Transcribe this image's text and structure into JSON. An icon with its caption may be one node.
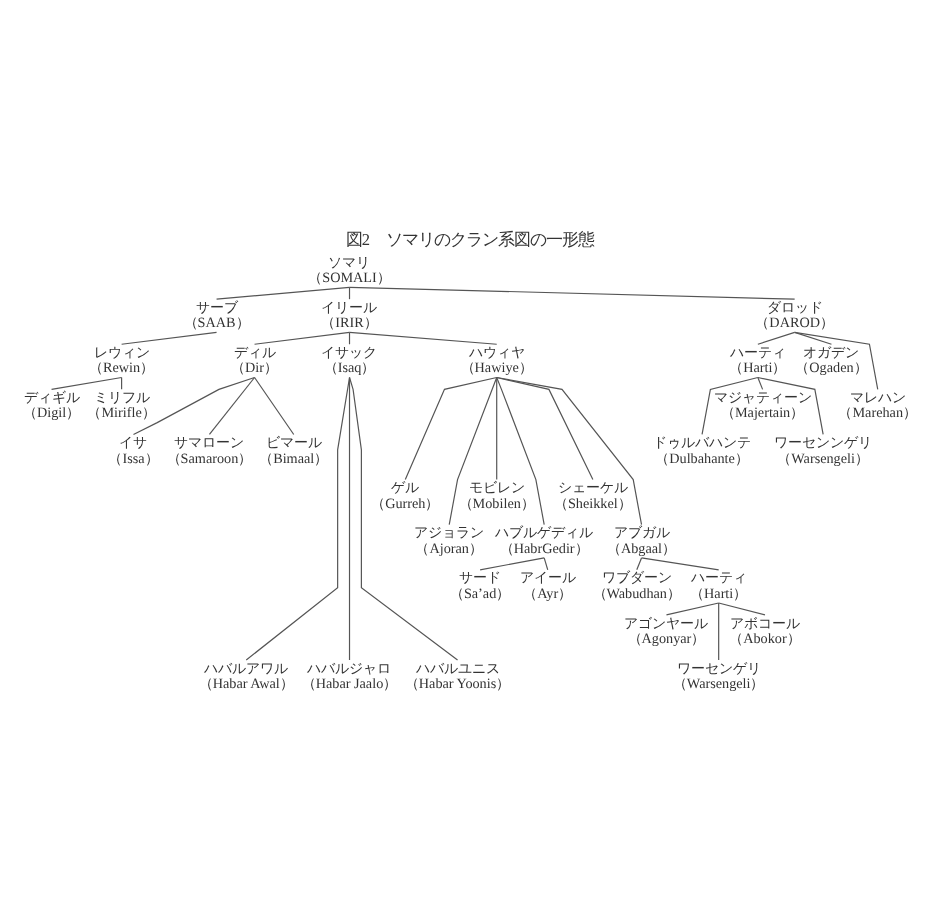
{
  "diagram": {
    "title": "図2　ソマリのクラン系図の一形態",
    "nodes": [
      {
        "text": [
          "ソマリ",
          "（SOMALI）"
        ]
      },
      {
        "text": [
          "サーブ",
          "（SAAB）"
        ]
      },
      {
        "text": [
          "イリール",
          "（IRIR）"
        ]
      },
      {
        "text": [
          "ダロッド",
          "（DAROD）"
        ]
      },
      {
        "text": [
          "レウィン",
          "（Rewin）"
        ]
      },
      {
        "text": [
          "ディル",
          "（Dir）"
        ]
      },
      {
        "text": [
          "イサック",
          "（Isaq）"
        ]
      },
      {
        "text": [
          "ハウィヤ",
          "（Hawiye）"
        ]
      },
      {
        "text": [
          "ハーティ",
          "（Harti）"
        ]
      },
      {
        "text": [
          "オガデン",
          "（Ogaden）"
        ]
      },
      {
        "text": [
          "マレハン",
          "（Marehan）"
        ]
      },
      {
        "text": [
          "マジャティーン",
          "（Majertain）"
        ]
      },
      {
        "text": [
          "ディギル",
          "（Digil）"
        ]
      },
      {
        "text": [
          "ミリフル",
          "（Mirifle）"
        ]
      },
      {
        "text": [
          "ドゥルバハンテ",
          "（Dulbahante）"
        ]
      },
      {
        "text": [
          "ワーセンンゲリ",
          "（Warsengeli）"
        ]
      },
      {
        "text": [
          "イサ",
          "（Issa）"
        ]
      },
      {
        "text": [
          "サマローン",
          "（Samaroon）"
        ]
      },
      {
        "text": [
          "ビマール",
          "（Bimaal）"
        ]
      },
      {
        "text": [
          "ゲル",
          "（Gurreh）"
        ]
      },
      {
        "text": [
          "モビレン",
          "（Mobilen）"
        ]
      },
      {
        "text": [
          "シェーケル",
          "（Sheikkel）"
        ]
      },
      {
        "text": [
          "アジョラン",
          "（Ajoran）"
        ]
      },
      {
        "text": [
          "ハブルゲディル",
          "（HabrGedir）"
        ]
      },
      {
        "text": [
          "アブガル",
          "（Abgaal）"
        ]
      },
      {
        "text": [
          "サード",
          "（Sa’ad）"
        ]
      },
      {
        "text": [
          "アイール",
          "（Ayr）"
        ]
      },
      {
        "text": [
          "ワブダーン",
          "（Wabudhan）"
        ]
      },
      {
        "text": [
          "ハーティ",
          "（Harti）"
        ]
      },
      {
        "text": [
          "ハバルアワル",
          "（Habar Awal）"
        ]
      },
      {
        "text": [
          "ハバルジャロ",
          "（Habar Jaalo）"
        ]
      },
      {
        "text": [
          "ハバルユニス",
          "（Habar Yoonis）"
        ]
      },
      {
        "text": [
          "アゴンヤール",
          "（Agonyar）"
        ]
      },
      {
        "text": [
          "アボコール",
          "（Abokor）"
        ]
      },
      {
        "text": [
          "ワーセンゲリ",
          "（Warsengeli）"
        ]
      }
    ],
    "edges": [
      {
        "from": 0,
        "to": 1,
        "arrow": "none"
      },
      {
        "from": 0,
        "to": 2,
        "arrow": "none"
      },
      {
        "from": 0,
        "to": 3,
        "arrow": "none"
      },
      {
        "from": 1,
        "to": 4,
        "arrow": "none"
      },
      {
        "from": 2,
        "to": 5,
        "arrow": "none"
      },
      {
        "from": 2,
        "to": 6,
        "arrow": "none"
      },
      {
        "from": 2,
        "to": 7,
        "arrow": "none"
      },
      {
        "from": 3,
        "to": 8,
        "arrow": "none"
      },
      {
        "from": 3,
        "to": 9,
        "arrow": "none"
      },
      {
        "from": 3,
        "to": 10,
        "arrow": "none"
      },
      {
        "from": 8,
        "to": 14,
        "arrow": "none"
      },
      {
        "from": 8,
        "to": 11,
        "arrow": "none"
      },
      {
        "from": 8,
        "to": 15,
        "arrow": "none"
      },
      {
        "from": 4,
        "to": 12,
        "arrow": "none"
      },
      {
        "from": 4,
        "to": 13,
        "arrow": "none"
      },
      {
        "from": 5,
        "to": 16,
        "arrow": "none"
      },
      {
        "from": 5,
        "to": 17,
        "arrow": "none"
      },
      {
        "from": 5,
        "to": 18,
        "arrow": "none"
      },
      {
        "from": 7,
        "to": 19,
        "arrow": "none"
      },
      {
        "from": 7,
        "to": 22,
        "arrow": "none"
      },
      {
        "from": 7,
        "to": 20,
        "arrow": "none"
      },
      {
        "from": 7,
        "to": 23,
        "arrow": "none"
      },
      {
        "from": 7,
        "to": 21,
        "arrow": "none"
      },
      {
        "from": 7,
        "to": 24,
        "arrow": "none"
      },
      {
        "from": 6,
        "to": 29,
        "arrow": "none"
      },
      {
        "from": 6,
        "to": 30,
        "arrow": "none"
      },
      {
        "from": 6,
        "to": 31,
        "arrow": "none"
      },
      {
        "from": 23,
        "to": 25,
        "arrow": "none"
      },
      {
        "from": 23,
        "to": 26,
        "arrow": "none"
      },
      {
        "from": 24,
        "to": 27,
        "arrow": "none"
      },
      {
        "from": 24,
        "to": 28,
        "arrow": "none"
      },
      {
        "from": 28,
        "to": 32,
        "arrow": "none"
      },
      {
        "from": 28,
        "to": 34,
        "arrow": "none"
      },
      {
        "from": 28,
        "to": 33,
        "arrow": "none"
      }
    ]
  }
}
